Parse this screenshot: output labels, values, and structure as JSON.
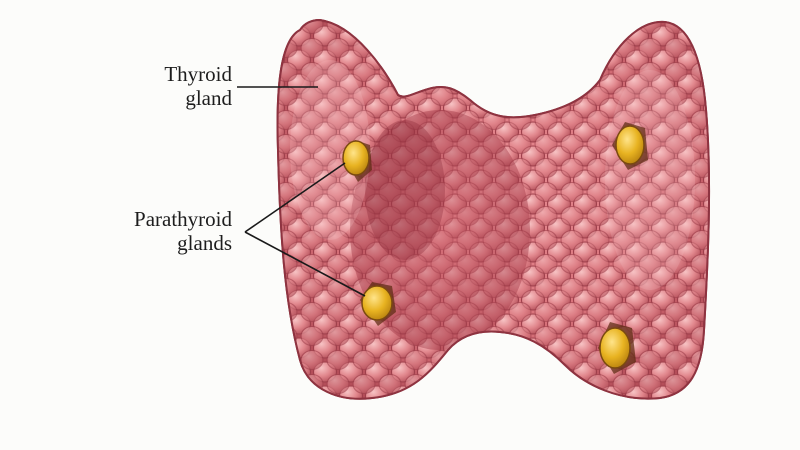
{
  "labels": {
    "thyroid": {
      "line1": "Thyroid",
      "line2": "gland"
    },
    "parathyroid": {
      "line1": "Parathyroid",
      "line2": "glands"
    }
  },
  "colors": {
    "background": "#fcfcfa",
    "thyroid_tissue": "#d9737b",
    "thyroid_highlight": "#f2b3b6",
    "thyroid_shadow": "#a53a47",
    "parathyroid": "#e3b21f",
    "parathyroid_rim": "#7a4a10",
    "label_text": "#1d1d1d"
  }
}
